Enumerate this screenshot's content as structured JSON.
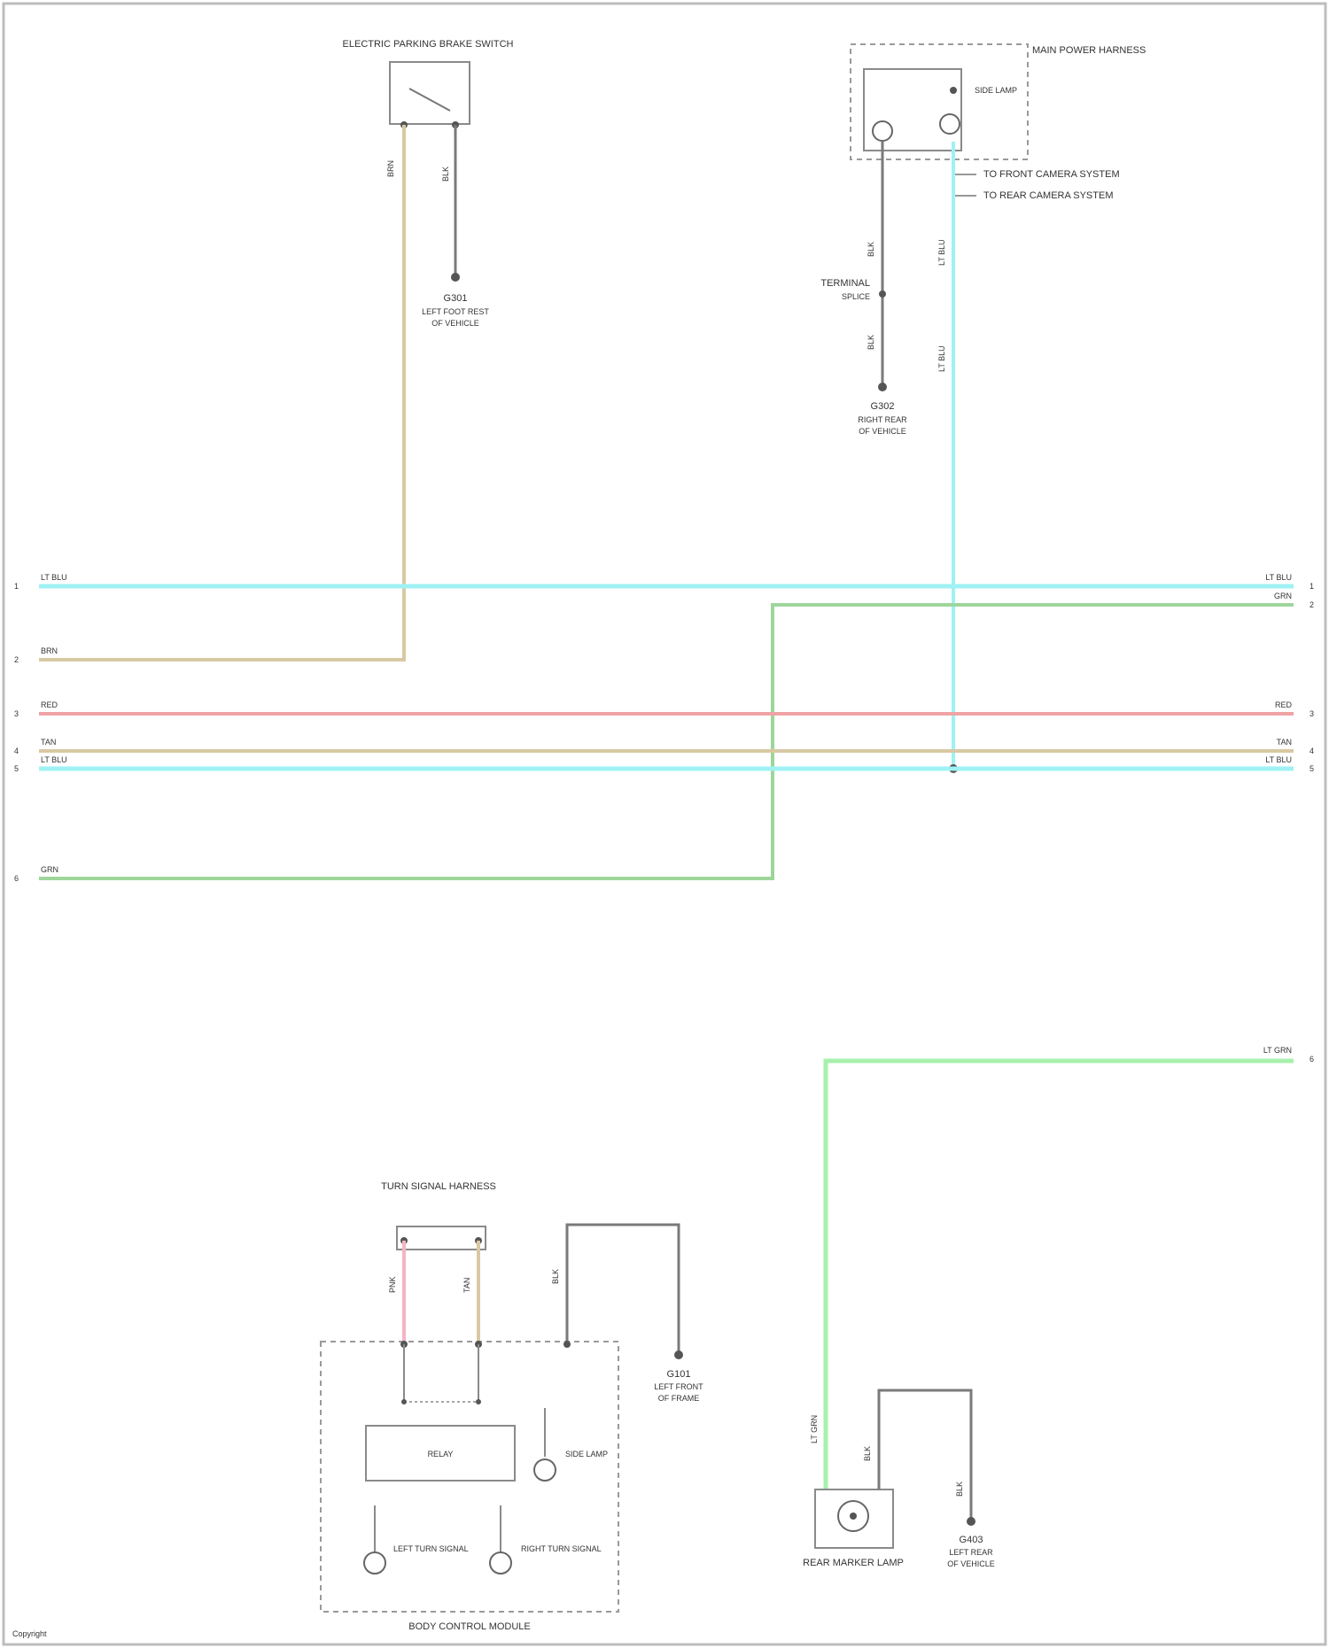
{
  "colors": {
    "light_blue": "#9ff1f4",
    "tan": "#d8c9a3",
    "red": "#f0a3a5",
    "dark_green": "#9ed59a",
    "light_green": "#a8f0ad",
    "black": "#7a7a7a",
    "pink": "#f2b6c4"
  },
  "components": {
    "top_switch": "ELECTRIC PARKING BRAKE SWITCH",
    "top_ground_1": "G301",
    "top_ground_1_note": "LEFT FOOT REST",
    "top_ground_1_note2": "OF VEHICLE",
    "rear_module": "MAIN POWER HARNESS",
    "rear_module_inner": "SIDE LAMP",
    "terminal_label": "TERMINAL",
    "terminal_sub": "SPLICE",
    "right_ground": "G302",
    "right_ground_note": "RIGHT REAR",
    "right_ground_note2": "OF VEHICLE",
    "callout_1": "TO FRONT CAMERA SYSTEM",
    "callout_2": "TO REAR CAMERA SYSTEM",
    "harness_top": "TURN SIGNAL HARNESS",
    "bottom_module": "BODY CONTROL MODULE",
    "bottom_box_label": "RELAY",
    "bottom_ground": "G101",
    "bottom_ground_note": "LEFT FRONT",
    "bottom_ground_note2": "OF FRAME",
    "left_lamp": "LEFT TURN SIGNAL",
    "right_lamp": "RIGHT TURN SIGNAL",
    "side_lamp": "SIDE LAMP",
    "rear_marker": "REAR MARKER LAMP",
    "rear_marker_ground": "G403",
    "rear_marker_ground_note": "LEFT REAR",
    "rear_marker_ground_note2": "OF VEHICLE",
    "footer": "Copyright"
  },
  "bus_wires": [
    {
      "name": "wire-light-blue-top",
      "left_label": "LT BLU",
      "right_label": "LT BLU",
      "left_pin": "1",
      "right_pin": "1"
    },
    {
      "name": "wire-tan",
      "left_label": "BRN",
      "right_label": "",
      "left_pin": "2",
      "right_pin": ""
    },
    {
      "name": "wire-dark-green",
      "left_label": "",
      "right_label": "GRN",
      "left_pin": "",
      "right_pin": "2"
    },
    {
      "name": "wire-red",
      "left_label": "RED",
      "right_label": "RED",
      "left_pin": "3",
      "right_pin": "3"
    },
    {
      "name": "wire-tan-2",
      "left_label": "TAN",
      "right_label": "TAN",
      "left_pin": "4",
      "right_pin": "4"
    },
    {
      "name": "wire-light-blue-bottom",
      "left_label": "LT BLU",
      "right_label": "LT BLU",
      "left_pin": "5",
      "right_pin": "5"
    },
    {
      "name": "wire-green-bottom",
      "left_label": "GRN",
      "right_label": "",
      "left_pin": "6",
      "right_pin": ""
    },
    {
      "name": "wire-light-green",
      "left_label": "",
      "right_label": "LT GRN",
      "left_pin": "",
      "right_pin": "6"
    }
  ],
  "vertical_labels": {
    "tan_drop": "BRN",
    "black_drop": "BLK",
    "blue_drop": "LT BLU",
    "blue_drop_2": "LT BLU",
    "rear_black": "BLK",
    "rear_black_2": "BLK",
    "pink_drop": "PNK",
    "tan_drop_2": "TAN",
    "bottom_black": "BLK",
    "green_drop": "LT GRN",
    "marker_black": "BLK",
    "marker_black_2": "BLK"
  }
}
